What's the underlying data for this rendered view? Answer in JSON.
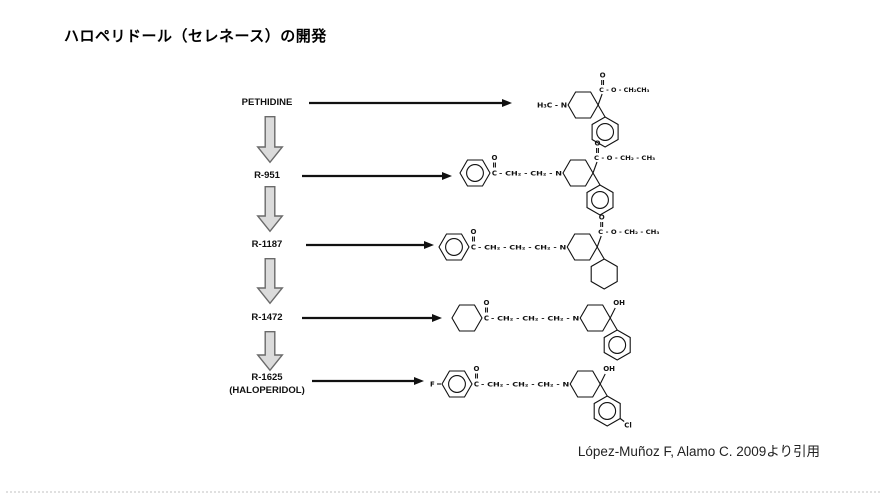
{
  "title": "ハロペリドール（セレネース）の開発",
  "citation": "López-Muñoz F, Alamo C. 2009より引用",
  "labels": {
    "oxygen": "O",
    "nitrogen": "N"
  },
  "colors": {
    "background": "#ffffff",
    "line": "#111111",
    "block_arrow_fill": "#dbdbdb",
    "block_arrow_stroke": "#6a6a6a"
  },
  "rows": [
    {
      "label": "PETHIDINE",
      "sublabel": "",
      "structure": {
        "prefix": "H₃C - N",
        "f_prefix": null,
        "left_ring": null,
        "ketone": false,
        "chain": null,
        "top": {
          "type": "ester",
          "text": "C - O - CH₂CH₃"
        },
        "bottom": {
          "ring": "phenyl",
          "sub": null
        }
      }
    },
    {
      "label": "R-951",
      "sublabel": "",
      "structure": {
        "prefix": null,
        "f_prefix": null,
        "left_ring": "phenyl",
        "ketone": true,
        "chain": "- CH₂ - CH₂ - N",
        "top": {
          "type": "ester",
          "text": "C - O - CH₂ - CH₃"
        },
        "bottom": {
          "ring": "phenyl",
          "sub": null
        }
      }
    },
    {
      "label": "R-1187",
      "sublabel": "",
      "structure": {
        "prefix": null,
        "f_prefix": null,
        "left_ring": "phenyl",
        "ketone": true,
        "chain": "- CH₂ - CH₂ - CH₂ - N",
        "top": {
          "type": "ester",
          "text": "C - O - CH₂ - CH₃"
        },
        "bottom": {
          "ring": "cyclohexane",
          "sub": null
        }
      }
    },
    {
      "label": "R-1472",
      "sublabel": "",
      "structure": {
        "prefix": null,
        "f_prefix": null,
        "left_ring": "cyclohexane",
        "ketone": true,
        "chain": "- CH₂ - CH₂ - CH₂ - N",
        "top": {
          "type": "hydroxyl",
          "text": "OH"
        },
        "bottom": {
          "ring": "phenyl",
          "sub": null
        }
      }
    },
    {
      "label": "R-1625",
      "sublabel": "(HALOPERIDOL)",
      "structure": {
        "prefix": null,
        "f_prefix": "F",
        "left_ring": "phenyl",
        "ketone": true,
        "chain": "- CH₂ - CH₂ - CH₂ - N",
        "top": {
          "type": "hydroxyl",
          "text": "OH"
        },
        "bottom": {
          "ring": "phenyl",
          "sub": "Cl"
        }
      }
    }
  ]
}
